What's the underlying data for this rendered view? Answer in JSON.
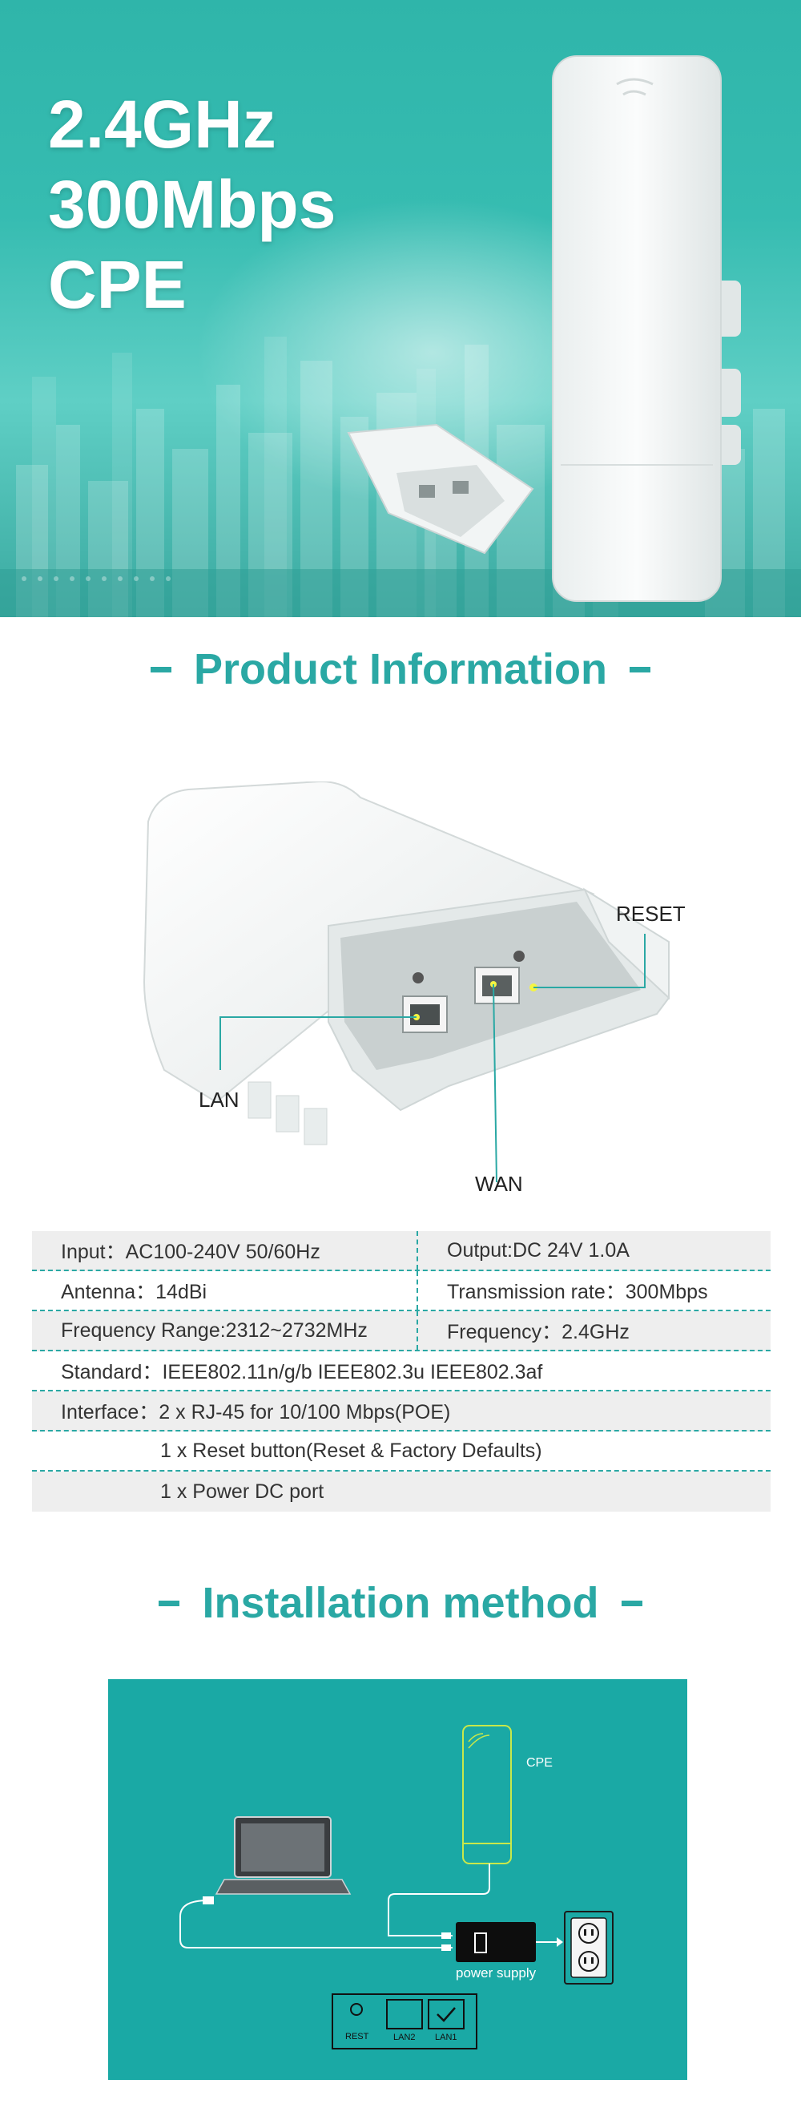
{
  "hero": {
    "title_lines": [
      "2.4GHz",
      "300Mbps",
      "CPE"
    ]
  },
  "sections": {
    "product_information": "Product Information",
    "installation_method": "Installation method"
  },
  "product_callouts": {
    "reset": "RESET",
    "lan": "LAN",
    "wan": "WAN"
  },
  "specs": {
    "input": "Input：AC100-240V  50/60Hz",
    "output": "Output:DC 24V  1.0A",
    "antenna": "Antenna：14dBi",
    "transmission_rate": "Transmission rate：300Mbps",
    "frequency_range": "Frequency Range:2312~2732MHz",
    "frequency": "Frequency：2.4GHz",
    "standard": "Standard：IEEE802.11n/g/b  IEEE802.3u  IEEE802.3af",
    "interface": "Interface：2 x RJ-45 for 10/100 Mbps(POE)",
    "reset_button": "1 x Reset button(Reset & Factory Defaults)",
    "power_port": "1 x Power DC port"
  },
  "installation": {
    "cpe_label": "CPE",
    "power_supply_label": "power supply",
    "rest_label": "REST",
    "lan2_label": "LAN2",
    "lan1_label": "LAN1"
  },
  "colors": {
    "accent": "#2aa8a4",
    "hero_teal": "#36bcb1",
    "install_bg": "#1aa9a5",
    "cable_green": "#c8e84a"
  }
}
